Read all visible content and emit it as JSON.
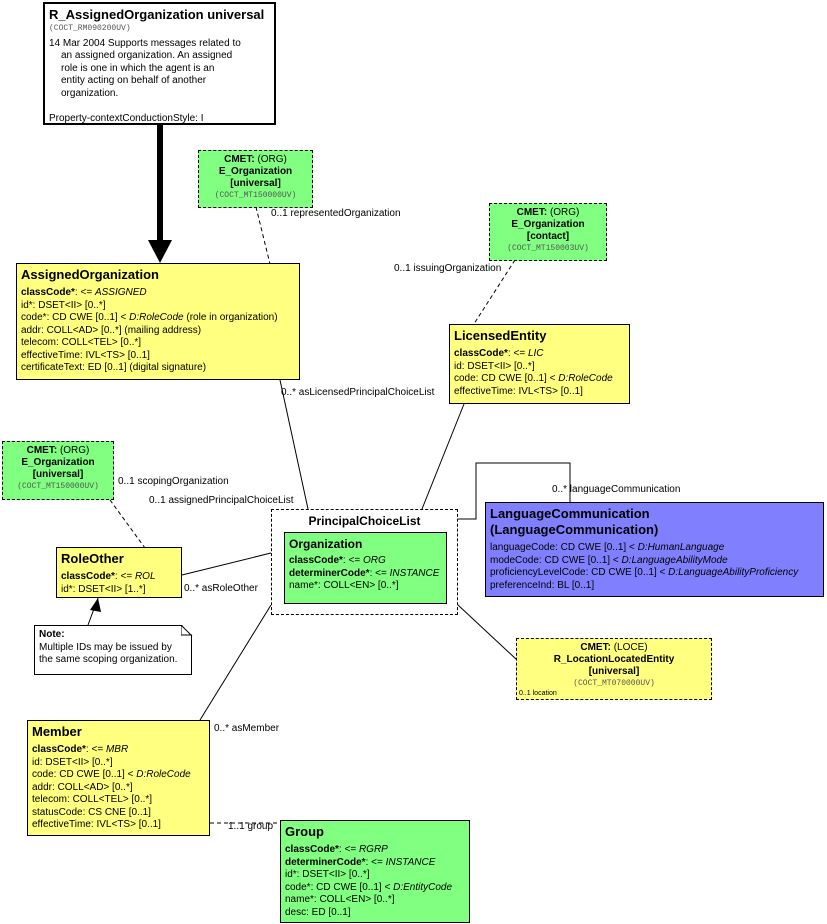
{
  "header": {
    "title": "R_AssignedOrganization universal",
    "id": "(COCT_RM090200UV)",
    "description": [
      "14 Mar 2004 Supports messages related to",
      "an assigned organization. An assigned",
      "role is one in which the agent is an",
      "entity acting on behalf of another",
      "organization."
    ],
    "style": "Property-contextConductionStyle: I"
  },
  "cmet_represented": {
    "l1b": "CMET:",
    "l1": " (ORG)",
    "l2": "E_Organization",
    "l3": "[universal]",
    "id": "(COCT_MT150000UV)"
  },
  "cmet_issuing": {
    "l1b": "CMET:",
    "l1": " (ORG)",
    "l2": "E_Organization",
    "l3": "[contact]",
    "id": "(COCT_MT150003UV)"
  },
  "cmet_scoping": {
    "l1b": "CMET:",
    "l1": " (ORG)",
    "l2": "E_Organization",
    "l3": "[universal]",
    "id": "(COCT_MT150000UV)"
  },
  "cmet_location": {
    "l1b": "CMET:",
    "l1": " (LOCE)",
    "l2": "R_LocationLocatedEntity",
    "l3": "[universal]",
    "id": "(COCT_MT070000UV)",
    "corner": "0..1 location"
  },
  "assigned": {
    "title": "AssignedOrganization",
    "a1b": "classCode*",
    "a1": ": <= ",
    "a1i": "ASSIGNED",
    "a2": "id*: DSET<II> [0..*]",
    "a3": "code*: CD CWE [0..1] < ",
    "a3i": "D:RoleCode",
    "a3r": " (role in organization)",
    "a4": "addr: COLL<AD> [0..*] (mailing address)",
    "a5": "telecom: COLL<TEL> [0..*]",
    "a6": "effectiveTime: IVL<TS> [0..1]",
    "a7": "certificateText: ED [0..1] (digital signature)"
  },
  "licensed": {
    "title": "LicensedEntity",
    "a1b": "classCode*",
    "a1": ": <= ",
    "a1i": "LIC",
    "a2": "id: DSET<II> [0..*]",
    "a3": "code: CD CWE [0..1] < ",
    "a3i": "D:RoleCode",
    "a4": "effectiveTime: IVL<TS> [0..1]"
  },
  "language": {
    "title1": "LanguageCommunication",
    "title2": "(LanguageCommunication)",
    "a1": "languageCode: CD CWE [0..1] < ",
    "a1i": "D:HumanLanguage",
    "a2": "modeCode: CD CWE [0..1] < ",
    "a2i": "D:LanguageAbilityMode",
    "a3": "proficiencyLevelCode: CD CWE [0..1] < ",
    "a3i": "D:LanguageAbilityProficiency",
    "a4": "preferenceInd: BL [0..1]"
  },
  "choice": {
    "title": "PrincipalChoiceList",
    "org_title": "Organization",
    "a1b": "classCode*",
    "a1": ": <= ",
    "a1i": "ORG",
    "a2b": "determinerCode*",
    "a2": ": <= ",
    "a2i": "INSTANCE",
    "a3": "name*: COLL<EN> [0..*]"
  },
  "roleother": {
    "title": "RoleOther",
    "a1b": "classCode*",
    "a1": ": <= ",
    "a1i": "ROL",
    "a2": "id*: DSET<II> [1..*]"
  },
  "note": {
    "title": "Note:",
    "l1": "Multiple IDs may be issued by",
    "l2": "the same scoping organization."
  },
  "member": {
    "title": "Member",
    "a1b": "classCode*",
    "a1": ": <= ",
    "a1i": "MBR",
    "a2": "id: DSET<II> [0..*]",
    "a3": "code: CD CWE [0..1] < ",
    "a3i": "D:RoleCode",
    "a4": "addr: COLL<AD> [0..*]",
    "a5": "telecom: COLL<TEL> [0..*]",
    "a6": "statusCode: CS CNE [0..1]",
    "a7": "effectiveTime: IVL<TS> [0..1]"
  },
  "group": {
    "title": "Group",
    "a1b": "classCode*",
    "a1": ": <= ",
    "a1i": "RGRP",
    "a2b": "determinerCode*",
    "a2": ": <= ",
    "a2i": "INSTANCE",
    "a3": "id*: DSET<II> [0..*]",
    "a4": "code*: CD CWE [0..1] < ",
    "a4i": "D:EntityCode",
    "a5": "name*: COLL<EN> [0..*]",
    "a6": "desc: ED [0..1]"
  },
  "labels": {
    "representedOrganization": "0..1 representedOrganization",
    "issuingOrganization": "0..1 issuingOrganization",
    "asLicensedPrincipalChoiceList": "0..* asLicensedPrincipalChoiceList",
    "scopingOrganization": "0..1 scopingOrganization",
    "assignedPrincipalChoiceList": "0..1 assignedPrincipalChoiceList",
    "languageCommunication": "0..* languageCommunication",
    "asRoleOther": "0..* asRoleOther",
    "asMember": "0..* asMember",
    "group": "1..1 group"
  }
}
